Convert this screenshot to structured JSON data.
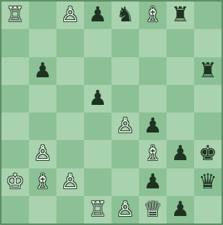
{
  "colors": {
    "light_square": "#a8d3ae",
    "dark_square": "#8cc095",
    "white_piece": "#eef8ee",
    "black_piece": "#1f3322"
  },
  "glyphs": {
    "white": {
      "K": "♔",
      "Q": "♕",
      "R": "♖",
      "B": "♗",
      "N": "♘",
      "P": "♙"
    },
    "black": {
      "K": "♚",
      "Q": "♛",
      "R": "♜",
      "B": "♝",
      "N": "♞",
      "P": "♟"
    }
  },
  "board": {
    "first_square_dark": false,
    "pieces": [
      {
        "row": 0,
        "col": 0,
        "color": "white",
        "type": "R"
      },
      {
        "row": 0,
        "col": 2,
        "color": "white",
        "type": "P"
      },
      {
        "row": 0,
        "col": 3,
        "color": "black",
        "type": "P"
      },
      {
        "row": 0,
        "col": 4,
        "color": "black",
        "type": "N"
      },
      {
        "row": 0,
        "col": 5,
        "color": "white",
        "type": "B"
      },
      {
        "row": 0,
        "col": 6,
        "color": "black",
        "type": "R"
      },
      {
        "row": 2,
        "col": 1,
        "color": "black",
        "type": "P"
      },
      {
        "row": 2,
        "col": 7,
        "color": "black",
        "type": "R"
      },
      {
        "row": 3,
        "col": 3,
        "color": "black",
        "type": "P"
      },
      {
        "row": 4,
        "col": 4,
        "color": "white",
        "type": "P"
      },
      {
        "row": 4,
        "col": 5,
        "color": "black",
        "type": "P"
      },
      {
        "row": 5,
        "col": 1,
        "color": "white",
        "type": "P"
      },
      {
        "row": 5,
        "col": 5,
        "color": "white",
        "type": "B"
      },
      {
        "row": 5,
        "col": 6,
        "color": "black",
        "type": "P"
      },
      {
        "row": 5,
        "col": 7,
        "color": "black",
        "type": "K"
      },
      {
        "row": 6,
        "col": 0,
        "color": "white",
        "type": "K"
      },
      {
        "row": 6,
        "col": 1,
        "color": "white",
        "type": "B"
      },
      {
        "row": 6,
        "col": 2,
        "color": "white",
        "type": "P"
      },
      {
        "row": 6,
        "col": 5,
        "color": "black",
        "type": "P"
      },
      {
        "row": 6,
        "col": 7,
        "color": "black",
        "type": "Q"
      },
      {
        "row": 7,
        "col": 3,
        "color": "white",
        "type": "R"
      },
      {
        "row": 7,
        "col": 4,
        "color": "white",
        "type": "P"
      },
      {
        "row": 7,
        "col": 5,
        "color": "white",
        "type": "Q"
      },
      {
        "row": 7,
        "col": 6,
        "color": "black",
        "type": "P"
      }
    ]
  }
}
